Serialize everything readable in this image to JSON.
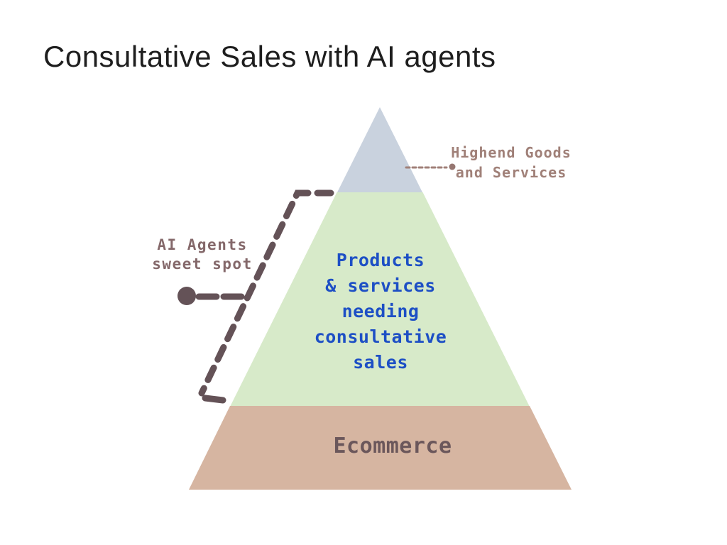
{
  "title": "Consultative Sales with AI agents",
  "pyramid": {
    "tiers": [
      {
        "id": "highend",
        "fill": "#c9d2de",
        "label_color": "#a08078",
        "label_lines": [
          "Highend Goods",
          "and Services"
        ]
      },
      {
        "id": "consultative-sales",
        "fill": "#d7eac9",
        "label_color": "#1d4fc5",
        "label_lines": [
          "Products",
          "& services",
          "needing",
          "consultative",
          "sales"
        ]
      },
      {
        "id": "ecommerce",
        "fill": "#d6b5a1",
        "label_color": "#6b575b",
        "label_lines": [
          "Ecommerce"
        ]
      }
    ]
  },
  "annotations": {
    "sweet_spot": {
      "lines": [
        "AI Agents",
        "sweet spot"
      ],
      "text_color": "#84686a",
      "marker_color": "#645257"
    },
    "highend_callout": {
      "connector_color": "#a08078"
    }
  }
}
